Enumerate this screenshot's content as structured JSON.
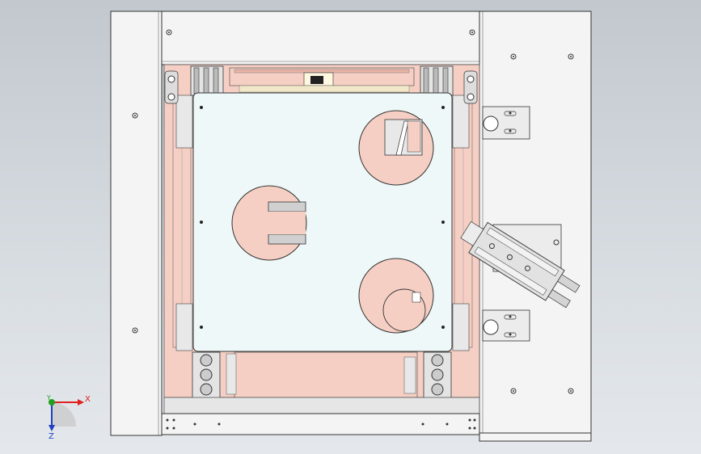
{
  "viewport": {
    "background_top": "#c2c8ce",
    "background_bottom": "#e4e8ec"
  },
  "colors": {
    "panel_fill": "#f4f4f4",
    "panel_stroke": "#333333",
    "plate_fill": "#eef8f8",
    "salmon_fill": "#f6cfc4",
    "salmon_dark": "#e9b4a6",
    "part_gray": "#d8d8d8",
    "axis_x": "#e02020",
    "axis_y": "#20a020",
    "axis_z": "#2040c0"
  },
  "triad": {
    "x_label": "X",
    "y_label": "Y",
    "z_label": "Z"
  }
}
